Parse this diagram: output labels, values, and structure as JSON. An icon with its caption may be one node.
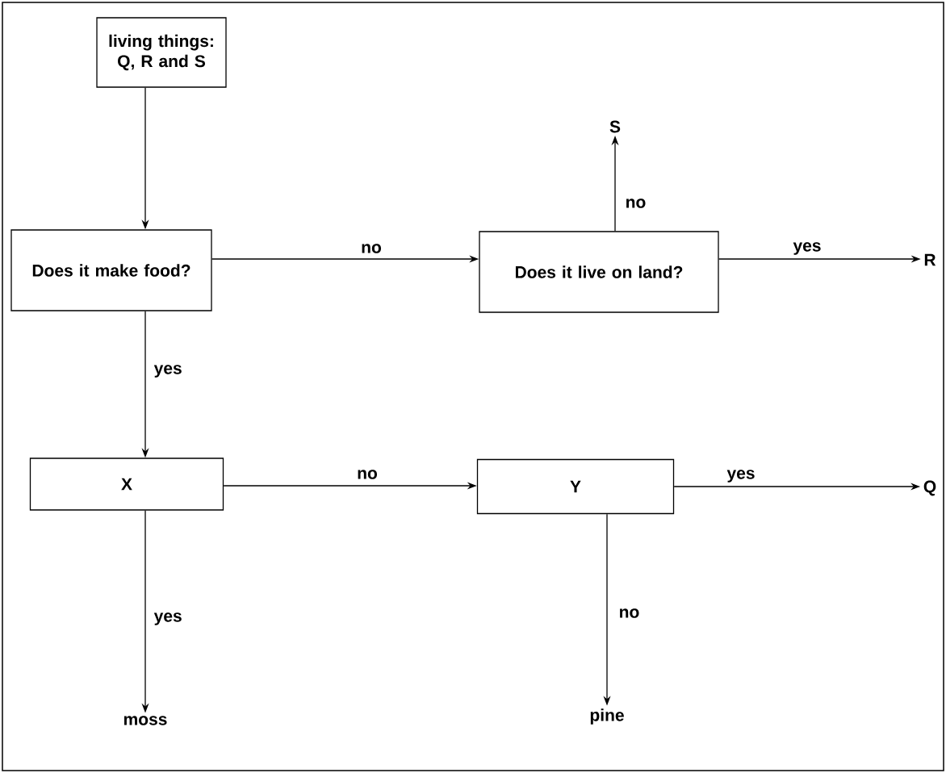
{
  "diagram": {
    "nodes": [
      {
        "text": [
          "living things: Q, R and S"
        ]
      },
      {
        "text": [
          "Does it make food?"
        ]
      },
      {
        "text": [
          "Does it live on land?"
        ]
      },
      {
        "text": [
          "S"
        ]
      },
      {
        "text": [
          "R"
        ]
      },
      {
        "text": [
          "X"
        ]
      },
      {
        "text": [
          "Y"
        ]
      },
      {
        "text": [
          "Q"
        ]
      },
      {
        "text": [
          "moss"
        ]
      },
      {
        "text": [
          "pine"
        ]
      }
    ],
    "edges": [
      {
        "from": 0,
        "to": 1,
        "arrow": "to"
      },
      {
        "from": 1,
        "to": 2,
        "arrow": "to",
        "label": "no"
      },
      {
        "from": 2,
        "to": 3,
        "arrow": "to",
        "label": "no"
      },
      {
        "from": 2,
        "to": 4,
        "arrow": "to",
        "label": "yes"
      },
      {
        "from": 1,
        "to": 5,
        "arrow": "to",
        "label": "yes"
      },
      {
        "from": 5,
        "to": 6,
        "arrow": "to",
        "label": "no"
      },
      {
        "from": 6,
        "to": 7,
        "arrow": "to",
        "label": "yes"
      },
      {
        "from": 5,
        "to": 8,
        "arrow": "to",
        "label": "yes"
      },
      {
        "from": 6,
        "to": 9,
        "arrow": "to",
        "label": "no"
      }
    ]
  }
}
